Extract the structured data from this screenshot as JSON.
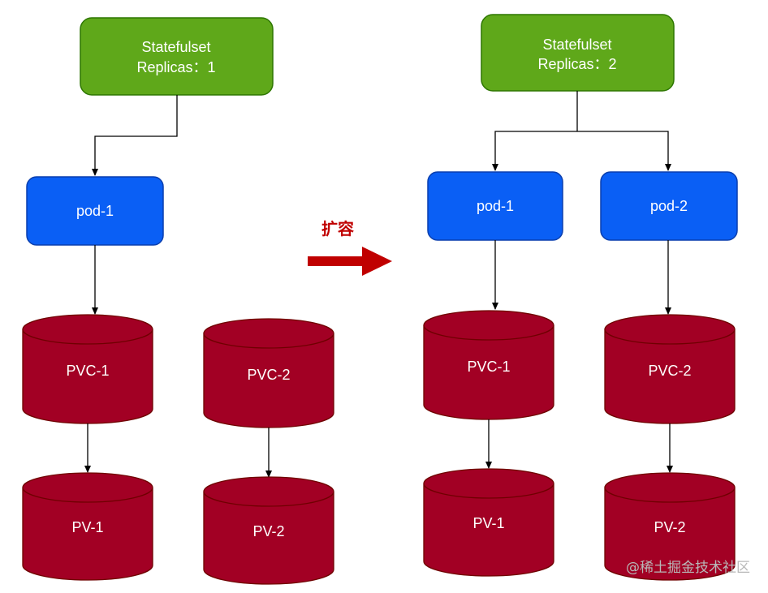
{
  "colors": {
    "statefulset_fill": "#5fa81a",
    "statefulset_stroke": "#2d7600",
    "pod_fill": "#0a5ff5",
    "pod_stroke": "#0b3fae",
    "volume_fill": "#a20024",
    "volume_stroke": "#6f0000",
    "arrow_big": "#c00000",
    "label_cn": "#c00000",
    "watermark": "#b8b8b8"
  },
  "left": {
    "statefulset": {
      "line1": "Statefulset",
      "line2": "Replicas：1"
    },
    "pod1": "pod-1",
    "pvc1": "PVC-1",
    "pvc2": "PVC-2",
    "pv1": "PV-1",
    "pv2": "PV-2"
  },
  "middle": {
    "label": "扩容"
  },
  "right": {
    "statefulset": {
      "line1": "Statefulset",
      "line2": "Replicas：2"
    },
    "pod1": "pod-1",
    "pod2": "pod-2",
    "pvc1": "PVC-1",
    "pvc2": "PVC-2",
    "pv1": "PV-1",
    "pv2": "PV-2"
  },
  "watermark": "@稀土掘金技术社区"
}
